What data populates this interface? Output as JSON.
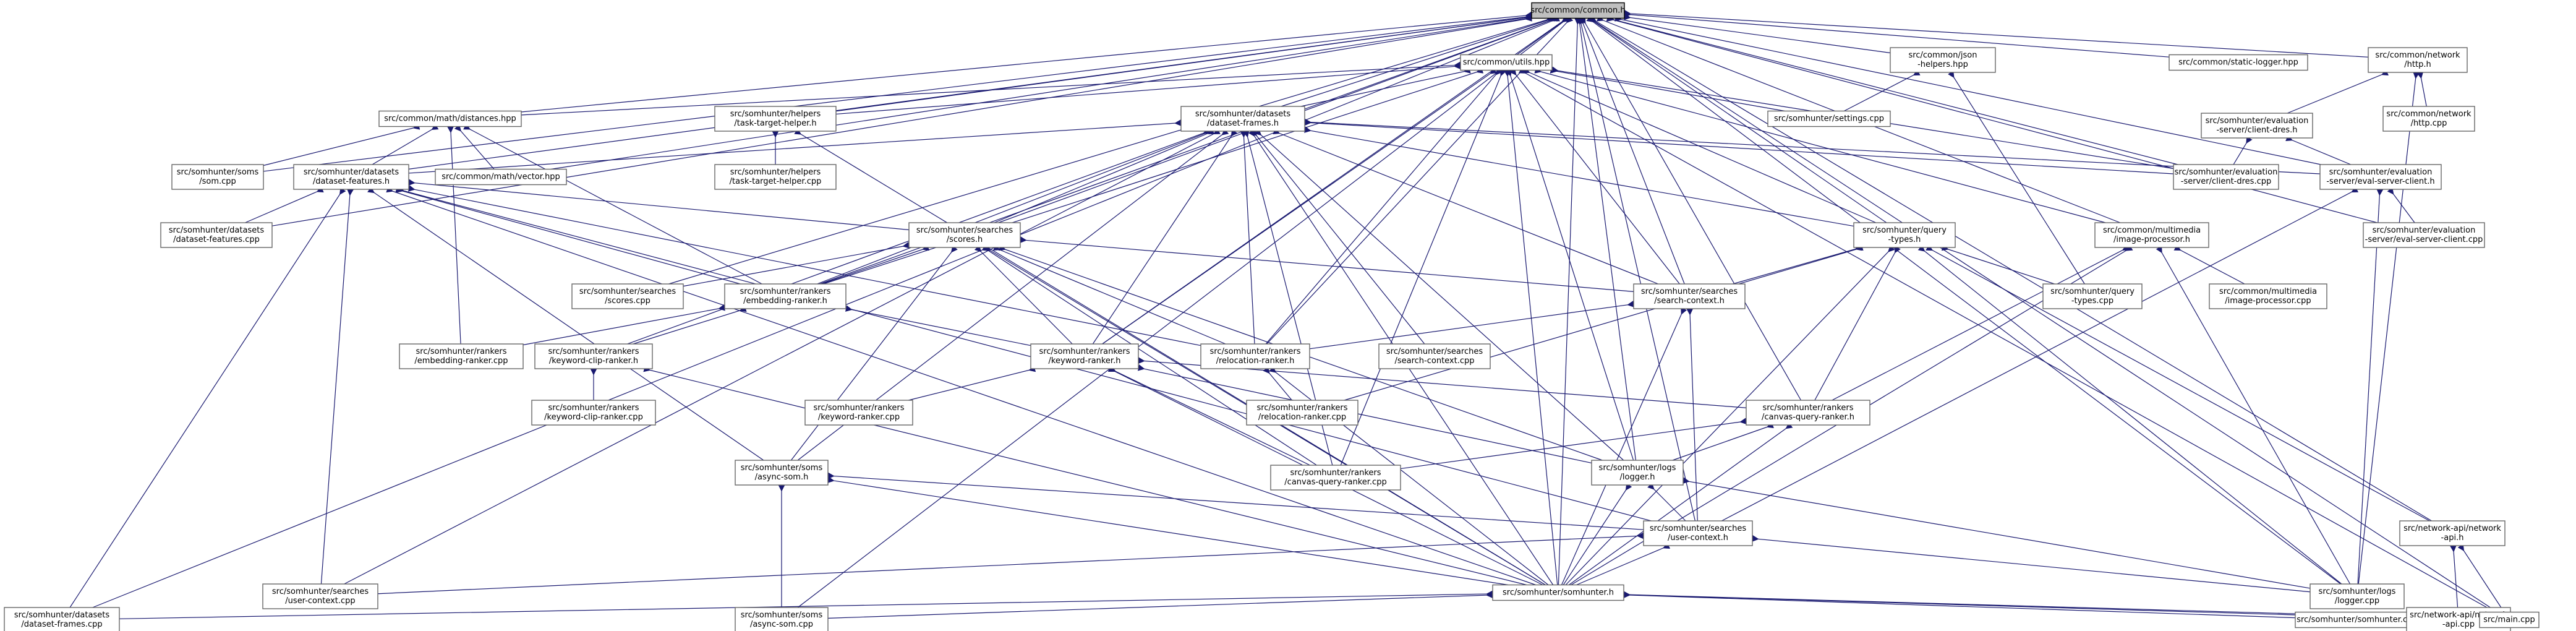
{
  "graph": {
    "type": "include-dependency-graph",
    "colors": {
      "edge": "#191970",
      "node_border": "#666666",
      "root_fill": "#bfbfbf"
    },
    "nodes": [
      {
        "id": "common_h",
        "lines": [
          "src/common/common.h"
        ],
        "root": true
      },
      {
        "id": "utils_hpp",
        "lines": [
          "src/common/utils.hpp"
        ]
      },
      {
        "id": "json_helpers",
        "lines": [
          "src/common/json",
          "-helpers.hpp"
        ]
      },
      {
        "id": "static_logger",
        "lines": [
          "src/common/static-logger.hpp"
        ]
      },
      {
        "id": "network_http",
        "lines": [
          "src/common/network",
          "/http.h"
        ]
      },
      {
        "id": "distances_hpp",
        "lines": [
          "src/common/math/distances.hpp"
        ]
      },
      {
        "id": "task_target_helper_h",
        "lines": [
          "src/somhunter/helpers",
          "/task-target-helper.h"
        ]
      },
      {
        "id": "dataset_frames_h",
        "lines": [
          "src/somhunter/datasets",
          "/dataset-frames.h"
        ]
      },
      {
        "id": "settings_cpp",
        "lines": [
          "src/somhunter/settings.cpp"
        ]
      },
      {
        "id": "client_dres_h",
        "lines": [
          "src/somhunter/evaluation",
          "-server/client-dres.h"
        ]
      },
      {
        "id": "http_cpp",
        "lines": [
          "src/common/network",
          "/http.cpp"
        ]
      },
      {
        "id": "som_cpp",
        "lines": [
          "src/somhunter/soms",
          "/som.cpp"
        ]
      },
      {
        "id": "vector_hpp",
        "lines": [
          "src/common/math/vector.hpp"
        ]
      },
      {
        "id": "dataset_features_h",
        "lines": [
          "src/somhunter/datasets",
          "/dataset-features.h"
        ]
      },
      {
        "id": "task_target_helper_cpp",
        "lines": [
          "src/somhunter/helpers",
          "/task-target-helper.cpp"
        ]
      },
      {
        "id": "client_dres_cpp",
        "lines": [
          "src/somhunter/evaluation",
          "-server/client-dres.cpp"
        ]
      },
      {
        "id": "eval_server_client_h",
        "lines": [
          "src/somhunter/evaluation",
          "-server/eval-server-client.h"
        ]
      },
      {
        "id": "dataset_features_cpp",
        "lines": [
          "src/somhunter/datasets",
          "/dataset-features.cpp"
        ]
      },
      {
        "id": "scores_h",
        "lines": [
          "src/somhunter/searches",
          "/scores.h"
        ]
      },
      {
        "id": "query_types_h",
        "lines": [
          "src/somhunter/query",
          "-types.h"
        ]
      },
      {
        "id": "image_processor_h",
        "lines": [
          "src/common/multimedia",
          "/image-processor.h"
        ]
      },
      {
        "id": "eval_server_client_cpp",
        "lines": [
          "src/somhunter/evaluation",
          "-server/eval-server-client.cpp"
        ]
      },
      {
        "id": "scores_cpp",
        "lines": [
          "src/somhunter/searches",
          "/scores.cpp"
        ]
      },
      {
        "id": "embedding_ranker_h",
        "lines": [
          "src/somhunter/rankers",
          "/embedding-ranker.h"
        ]
      },
      {
        "id": "search_context_h",
        "lines": [
          "src/somhunter/searches",
          "/search-context.h"
        ]
      },
      {
        "id": "query_types_cpp",
        "lines": [
          "src/somhunter/query",
          "-types.cpp"
        ]
      },
      {
        "id": "image_processor_cpp",
        "lines": [
          "src/common/multimedia",
          "/image-processor.cpp"
        ]
      },
      {
        "id": "embedding_ranker_cpp",
        "lines": [
          "src/somhunter/rankers",
          "/embedding-ranker.cpp"
        ]
      },
      {
        "id": "keyword_clip_ranker_h",
        "lines": [
          "src/somhunter/rankers",
          "/keyword-clip-ranker.h"
        ]
      },
      {
        "id": "keyword_ranker_h",
        "lines": [
          "src/somhunter/rankers",
          "/keyword-ranker.h"
        ]
      },
      {
        "id": "relocation_ranker_h",
        "lines": [
          "src/somhunter/rankers",
          "/relocation-ranker.h"
        ]
      },
      {
        "id": "search_context_cpp",
        "lines": [
          "src/somhunter/searches",
          "/search-context.cpp"
        ]
      },
      {
        "id": "keyword_clip_ranker_cpp",
        "lines": [
          "src/somhunter/rankers",
          "/keyword-clip-ranker.cpp"
        ]
      },
      {
        "id": "keyword_ranker_cpp",
        "lines": [
          "src/somhunter/rankers",
          "/keyword-ranker.cpp"
        ]
      },
      {
        "id": "relocation_ranker_cpp",
        "lines": [
          "src/somhunter/rankers",
          "/relocation-ranker.cpp"
        ]
      },
      {
        "id": "canvas_query_ranker_h",
        "lines": [
          "src/somhunter/rankers",
          "/canvas-query-ranker.h"
        ]
      },
      {
        "id": "async_som_h",
        "lines": [
          "src/somhunter/soms",
          "/async-som.h"
        ]
      },
      {
        "id": "canvas_query_ranker_cpp",
        "lines": [
          "src/somhunter/rankers",
          "/canvas-query-ranker.cpp"
        ]
      },
      {
        "id": "logger_h",
        "lines": [
          "src/somhunter/logs",
          "/logger.h"
        ]
      },
      {
        "id": "network_api_h",
        "lines": [
          "src/network-api/network",
          "-api.h"
        ]
      },
      {
        "id": "user_context_h",
        "lines": [
          "src/somhunter/searches",
          "/user-context.h"
        ]
      },
      {
        "id": "user_context_cpp",
        "lines": [
          "src/somhunter/searches",
          "/user-context.cpp"
        ]
      },
      {
        "id": "somhunter_h",
        "lines": [
          "src/somhunter/somhunter.h"
        ]
      },
      {
        "id": "logger_cpp",
        "lines": [
          "src/somhunter/logs",
          "/logger.cpp"
        ]
      },
      {
        "id": "dataset_frames_cpp",
        "lines": [
          "src/somhunter/datasets",
          "/dataset-frames.cpp"
        ]
      },
      {
        "id": "async_som_cpp",
        "lines": [
          "src/somhunter/soms",
          "/async-som.cpp"
        ]
      },
      {
        "id": "somhunter_cpp",
        "lines": [
          "src/somhunter/somhunter.cpp"
        ]
      },
      {
        "id": "network_api_cpp",
        "lines": [
          "src/network-api/network",
          "-api.cpp"
        ]
      },
      {
        "id": "main_cpp",
        "lines": [
          "src/main.cpp"
        ]
      }
    ],
    "edges": [
      [
        "common_h",
        "utils_hpp"
      ],
      [
        "common_h",
        "json_helpers"
      ],
      [
        "common_h",
        "static_logger"
      ],
      [
        "common_h",
        "network_http"
      ],
      [
        "common_h",
        "distances_hpp"
      ],
      [
        "common_h",
        "task_target_helper_h"
      ],
      [
        "common_h",
        "dataset_frames_h"
      ],
      [
        "common_h",
        "som_cpp"
      ],
      [
        "common_h",
        "vector_hpp"
      ],
      [
        "common_h",
        "dataset_features_h"
      ],
      [
        "common_h",
        "dataset_features_cpp"
      ],
      [
        "common_h",
        "client_dres_cpp"
      ],
      [
        "common_h",
        "eval_server_client_h"
      ],
      [
        "common_h",
        "scores_h"
      ],
      [
        "common_h",
        "query_types_h"
      ],
      [
        "common_h",
        "image_processor_h"
      ],
      [
        "common_h",
        "eval_server_client_cpp"
      ],
      [
        "common_h",
        "scores_cpp"
      ],
      [
        "common_h",
        "embedding_ranker_h"
      ],
      [
        "common_h",
        "search_context_h"
      ],
      [
        "common_h",
        "keyword_ranker_h"
      ],
      [
        "common_h",
        "relocation_ranker_h"
      ],
      [
        "common_h",
        "canvas_query_ranker_h"
      ],
      [
        "common_h",
        "logger_h"
      ],
      [
        "common_h",
        "network_api_h"
      ],
      [
        "common_h",
        "user_context_h"
      ],
      [
        "common_h",
        "somhunter_h"
      ],
      [
        "common_h",
        "logger_cpp"
      ],
      [
        "common_h",
        "dataset_frames_cpp"
      ],
      [
        "common_h",
        "async_som_cpp"
      ],
      [
        "common_h",
        "main_cpp"
      ],
      [
        "utils_hpp",
        "task_target_helper_h"
      ],
      [
        "utils_hpp",
        "dataset_frames_h"
      ],
      [
        "utils_hpp",
        "settings_cpp"
      ],
      [
        "utils_hpp",
        "distances_hpp"
      ],
      [
        "utils_hpp",
        "client_dres_cpp"
      ],
      [
        "utils_hpp",
        "query_types_h"
      ],
      [
        "utils_hpp",
        "image_processor_h"
      ],
      [
        "utils_hpp",
        "search_context_h"
      ],
      [
        "utils_hpp",
        "keyword_ranker_h"
      ],
      [
        "utils_hpp",
        "relocation_ranker_h"
      ],
      [
        "utils_hpp",
        "canvas_query_ranker_cpp"
      ],
      [
        "utils_hpp",
        "logger_h"
      ],
      [
        "utils_hpp",
        "somhunter_h"
      ],
      [
        "utils_hpp",
        "main_cpp"
      ],
      [
        "utils_hpp",
        "embedding_ranker_h"
      ],
      [
        "json_helpers",
        "settings_cpp"
      ],
      [
        "json_helpers",
        "query_types_cpp"
      ],
      [
        "network_http",
        "client_dres_h"
      ],
      [
        "network_http",
        "http_cpp"
      ],
      [
        "network_http",
        "logger_cpp"
      ],
      [
        "distances_hpp",
        "vector_hpp"
      ],
      [
        "distances_hpp",
        "som_cpp"
      ],
      [
        "distances_hpp",
        "dataset_features_h"
      ],
      [
        "distances_hpp",
        "embedding_ranker_h"
      ],
      [
        "distances_hpp",
        "embedding_ranker_cpp"
      ],
      [
        "task_target_helper_h",
        "task_target_helper_cpp"
      ],
      [
        "task_target_helper_h",
        "somhunter_h"
      ],
      [
        "dataset_frames_h",
        "dataset_features_h"
      ],
      [
        "dataset_frames_h",
        "scores_h"
      ],
      [
        "dataset_frames_h",
        "query_types_h"
      ],
      [
        "dataset_frames_h",
        "client_dres_cpp"
      ],
      [
        "dataset_frames_h",
        "eval_server_client_h"
      ],
      [
        "dataset_frames_h",
        "embedding_ranker_h"
      ],
      [
        "dataset_frames_h",
        "search_context_h"
      ],
      [
        "dataset_frames_h",
        "keyword_clip_ranker_h"
      ],
      [
        "dataset_frames_h",
        "keyword_ranker_h"
      ],
      [
        "dataset_frames_h",
        "relocation_ranker_h"
      ],
      [
        "dataset_frames_h",
        "search_context_cpp"
      ],
      [
        "dataset_frames_h",
        "logger_h"
      ],
      [
        "dataset_frames_h",
        "somhunter_h"
      ],
      [
        "dataset_frames_h",
        "user_context_cpp"
      ],
      [
        "dataset_frames_h",
        "canvas_query_ranker_cpp"
      ],
      [
        "dataset_frames_h",
        "async_som_h"
      ],
      [
        "client_dres_h",
        "client_dres_cpp"
      ],
      [
        "client_dres_h",
        "eval_server_client_h"
      ],
      [
        "eval_server_client_h",
        "eval_server_client_cpp"
      ],
      [
        "eval_server_client_h",
        "logger_cpp"
      ],
      [
        "eval_server_client_h",
        "user_context_h"
      ],
      [
        "dataset_features_h",
        "dataset_features_cpp"
      ],
      [
        "dataset_features_h",
        "scores_h"
      ],
      [
        "dataset_features_h",
        "embedding_ranker_h"
      ],
      [
        "dataset_features_h",
        "relocation_ranker_h"
      ],
      [
        "dataset_features_h",
        "async_som_h"
      ],
      [
        "dataset_features_h",
        "user_context_h"
      ],
      [
        "dataset_features_h",
        "somhunter_h"
      ],
      [
        "dataset_features_h",
        "dataset_frames_cpp"
      ],
      [
        "dataset_features_h",
        "user_context_cpp"
      ],
      [
        "scores_h",
        "scores_cpp"
      ],
      [
        "scores_h",
        "search_context_h"
      ],
      [
        "scores_h",
        "embedding_ranker_h"
      ],
      [
        "scores_h",
        "keyword_ranker_h"
      ],
      [
        "scores_h",
        "relocation_ranker_h"
      ],
      [
        "scores_h",
        "logger_h"
      ],
      [
        "scores_h",
        "canvas_query_ranker_cpp"
      ],
      [
        "scores_h",
        "async_som_h"
      ],
      [
        "scores_h",
        "somhunter_h"
      ],
      [
        "query_types_h",
        "search_context_h"
      ],
      [
        "query_types_h",
        "query_types_cpp"
      ],
      [
        "query_types_h",
        "canvas_query_ranker_h"
      ],
      [
        "query_types_h",
        "relocation_ranker_cpp"
      ],
      [
        "query_types_h",
        "somhunter_h"
      ],
      [
        "query_types_h",
        "logger_cpp"
      ],
      [
        "query_types_h",
        "network_api_h"
      ],
      [
        "image_processor_h",
        "image_processor_cpp"
      ],
      [
        "image_processor_h",
        "canvas_query_ranker_h"
      ],
      [
        "image_processor_h",
        "somhunter_h"
      ],
      [
        "image_processor_h",
        "logger_cpp"
      ],
      [
        "embedding_ranker_h",
        "keyword_clip_ranker_h"
      ],
      [
        "embedding_ranker_h",
        "keyword_ranker_h"
      ],
      [
        "embedding_ranker_h",
        "embedding_ranker_cpp"
      ],
      [
        "search_context_h",
        "relocation_ranker_h"
      ],
      [
        "search_context_h",
        "user_context_h"
      ],
      [
        "search_context_h",
        "somhunter_h"
      ],
      [
        "keyword_clip_ranker_h",
        "keyword_clip_ranker_cpp"
      ],
      [
        "keyword_clip_ranker_h",
        "somhunter_h"
      ],
      [
        "keyword_ranker_h",
        "keyword_ranker_cpp"
      ],
      [
        "keyword_ranker_h",
        "canvas_query_ranker_h"
      ],
      [
        "keyword_ranker_h",
        "canvas_query_ranker_cpp"
      ],
      [
        "keyword_ranker_h",
        "logger_h"
      ],
      [
        "keyword_ranker_h",
        "somhunter_h"
      ],
      [
        "relocation_ranker_h",
        "relocation_ranker_cpp"
      ],
      [
        "relocation_ranker_h",
        "somhunter_h"
      ],
      [
        "canvas_query_ranker_h",
        "canvas_query_ranker_cpp"
      ],
      [
        "canvas_query_ranker_h",
        "logger_h"
      ],
      [
        "canvas_query_ranker_h",
        "somhunter_h"
      ],
      [
        "async_som_h",
        "async_som_cpp"
      ],
      [
        "async_som_h",
        "somhunter_h"
      ],
      [
        "async_som_h",
        "user_context_h"
      ],
      [
        "logger_h",
        "user_context_h"
      ],
      [
        "logger_h",
        "logger_cpp"
      ],
      [
        "logger_h",
        "somhunter_h"
      ],
      [
        "network_api_h",
        "network_api_cpp"
      ],
      [
        "network_api_h",
        "main_cpp"
      ],
      [
        "user_context_h",
        "user_context_cpp"
      ],
      [
        "user_context_h",
        "somhunter_h"
      ],
      [
        "user_context_h",
        "logger_cpp"
      ],
      [
        "somhunter_h",
        "dataset_frames_cpp"
      ],
      [
        "somhunter_h",
        "async_som_cpp"
      ],
      [
        "somhunter_h",
        "somhunter_cpp"
      ],
      [
        "somhunter_h",
        "network_api_cpp"
      ],
      [
        "somhunter_h",
        "main_cpp"
      ]
    ]
  }
}
